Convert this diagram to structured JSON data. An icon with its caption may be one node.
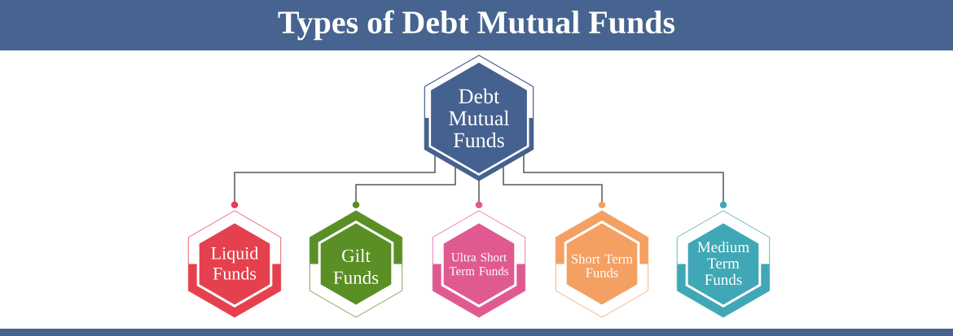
{
  "diagram": {
    "title": "Types of Debt Mutual Funds",
    "nodes": [
      {
        "text": [
          "Debt Mutual Funds"
        ]
      },
      {
        "text": [
          "Liquid Funds"
        ]
      },
      {
        "text": [
          "Gilt Funds"
        ]
      },
      {
        "text": [
          "Ultra Short Term Funds"
        ]
      },
      {
        "text": [
          "Short Term Funds"
        ]
      },
      {
        "text": [
          "Medium Term Funds"
        ]
      }
    ],
    "edges": [
      {
        "from": 0,
        "to": 1,
        "arrow": "other"
      },
      {
        "from": 0,
        "to": 2,
        "arrow": "other"
      },
      {
        "from": 0,
        "to": 3,
        "arrow": "other"
      },
      {
        "from": 0,
        "to": 4,
        "arrow": "other"
      },
      {
        "from": 0,
        "to": 5,
        "arrow": "other"
      }
    ]
  }
}
